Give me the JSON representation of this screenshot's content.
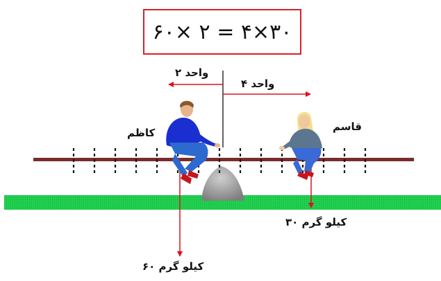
{
  "equation": "۶۰× ۲ = ۴×۳۰",
  "labels": {
    "left_distance": "۲ واحد",
    "right_distance": "۴ واحد",
    "left_person": "کاظم",
    "right_person": "قاسم",
    "left_weight": "۶۰ کیلو گرم",
    "right_weight": "۳۰ کیلو گرم"
  },
  "colors": {
    "equation_border": "#d8202a",
    "arrow": "#e0101c",
    "seesaw_bar": "#7a2b2b",
    "ground": "#22d050",
    "fulcrum": "#9a9a9a",
    "left_person_shirt": "#1b2fd0",
    "right_person_shirt": "#5c7690"
  }
}
